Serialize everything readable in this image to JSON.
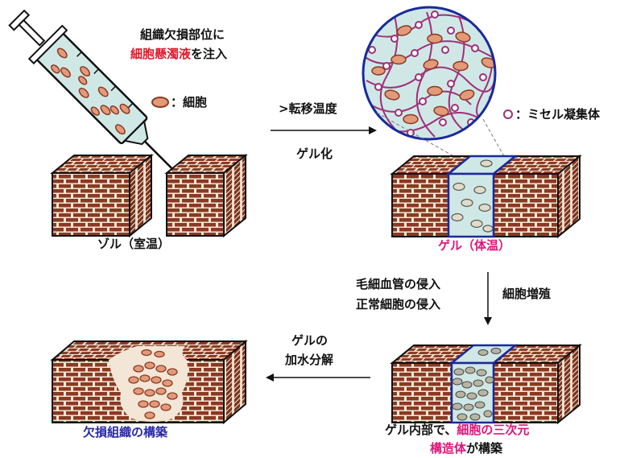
{
  "colors": {
    "brick": "#8a3a22",
    "mortar": "#f3e6d6",
    "cell_fill": "#e39a7a",
    "cell_stroke": "#8a3a22",
    "gel_fill": "#cfe8e6",
    "gel_border": "#1a2a9a",
    "micelle": "#a0307a",
    "red_text": "#e0182a",
    "pink_text": "#e0147a",
    "blue_text": "#2a2aa8"
  },
  "icons": {
    "syringe": "syringe-icon",
    "cell": "cell-icon",
    "micelle": "micelle-aggregate-icon"
  },
  "text": {
    "inject_line1": "組織欠損部位に",
    "inject_line2_red": "細胞懸濁液",
    "inject_line2_rest": "を注入",
    "cell_legend": "：細胞",
    "arrow1_top": ">転移温度",
    "arrow1_bottom": "ゲル化",
    "micelle_legend": "：ミセル凝集体",
    "sol_label": "ゾル（室温）",
    "gel_label": "ゲル（体温）",
    "vessel_line1": "毛細血管の侵入",
    "vessel_line2": "正常細胞の侵入",
    "proliferation": "細胞増殖",
    "hydrolysis_line1": "ゲルの",
    "hydrolysis_line2": "加水分解",
    "rebuild_label": "欠損組織の構築",
    "gel_inside_prefix": "ゲル内部で、",
    "gel_inside_pink": "細胞の三次元",
    "gel_inside_line2_pink": "構造体",
    "gel_inside_line2_rest": "が構築"
  }
}
